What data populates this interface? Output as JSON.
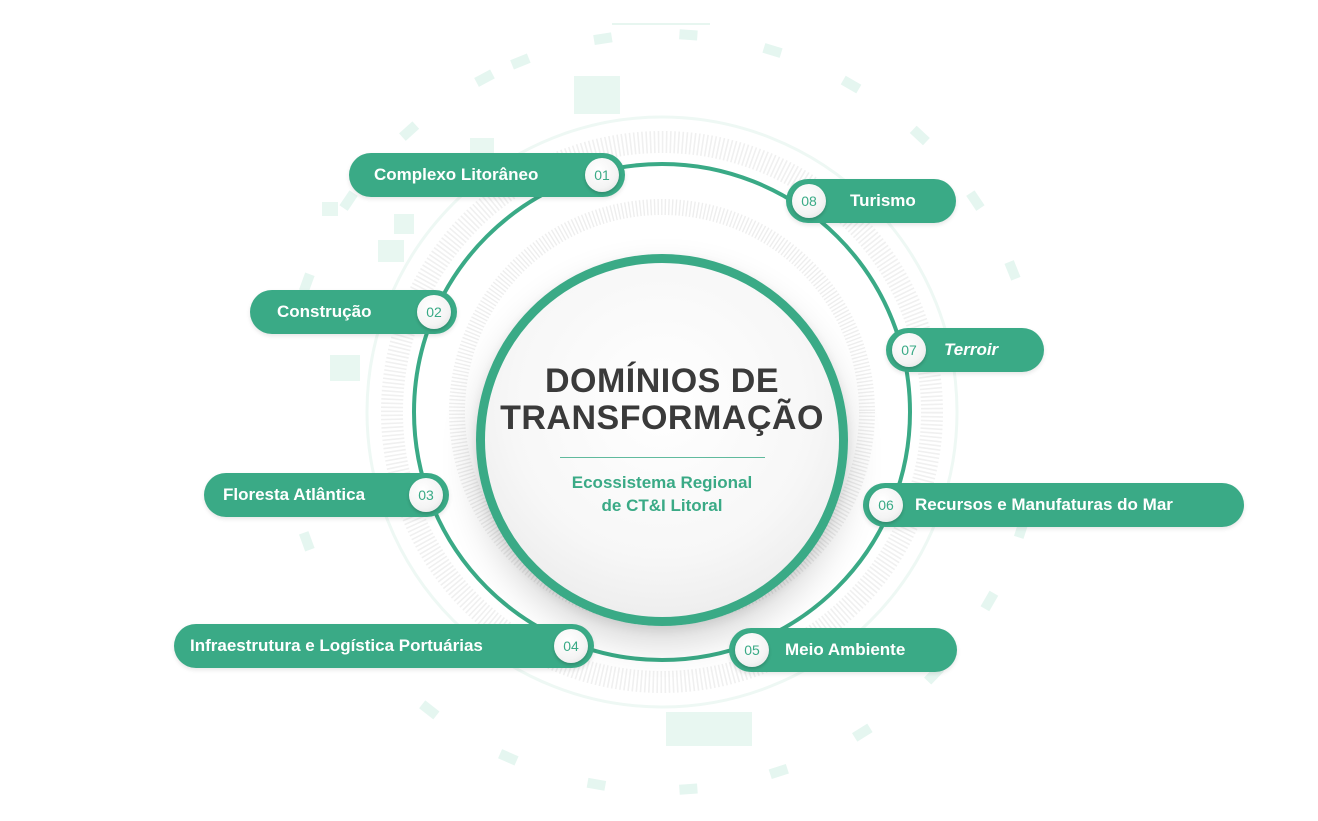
{
  "colors": {
    "accent": "#3aaa86",
    "title": "#3a3a3a",
    "decor": "#e5f6f0"
  },
  "center": {
    "title_line1": "DOMÍNIOS DE",
    "title_line2": "TRANSFORMAÇÃO",
    "subtitle_line1": "Ecossistema Regional",
    "subtitle_line2": "de CT&I Litoral"
  },
  "domains": [
    {
      "number": "01",
      "label": "Complexo Litorâneo"
    },
    {
      "number": "02",
      "label": "Construção"
    },
    {
      "number": "03",
      "label": "Floresta Atlântica"
    },
    {
      "number": "04",
      "label": "Infraestrutura e Logística Portuárias"
    },
    {
      "number": "05",
      "label": "Meio Ambiente"
    },
    {
      "number": "06",
      "label": "Recursos e Manufaturas do Mar"
    },
    {
      "number": "07",
      "label": "Terroir"
    },
    {
      "number": "08",
      "label": "Turismo"
    }
  ]
}
